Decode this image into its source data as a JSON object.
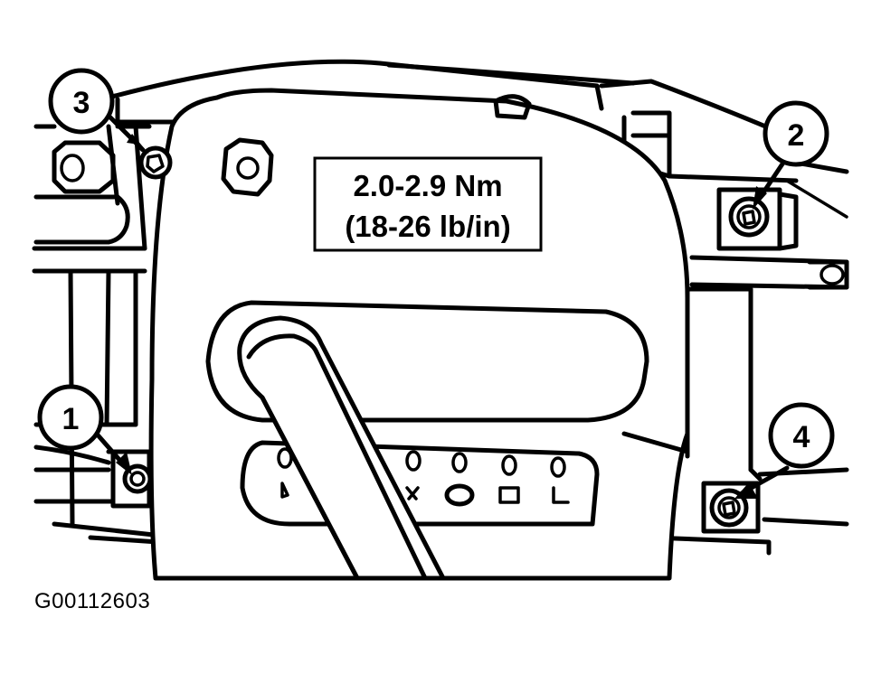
{
  "torque_spec": {
    "line1": "2.0-2.9 Nm",
    "line2": "(18-26 lb/in)"
  },
  "callouts": [
    {
      "number": "1"
    },
    {
      "number": "2"
    },
    {
      "number": "3"
    },
    {
      "number": "4"
    }
  ],
  "figure_id": "G00112603",
  "colors": {
    "line": "#000000",
    "background": "#ffffff"
  }
}
